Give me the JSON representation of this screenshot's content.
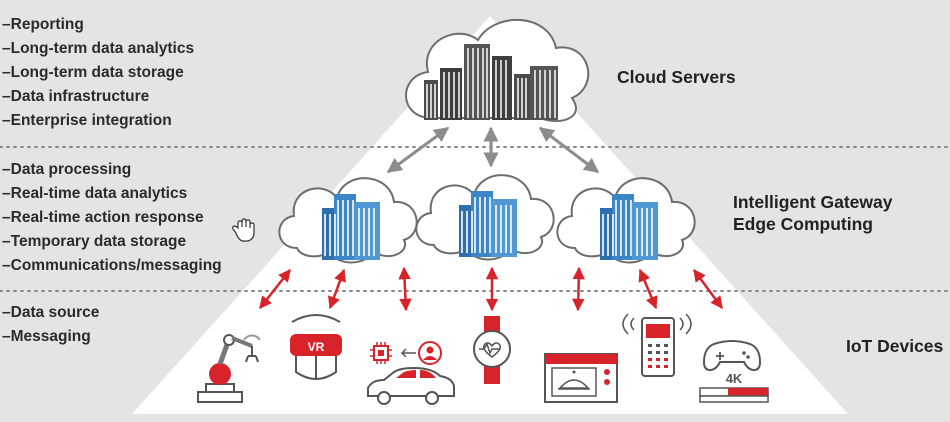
{
  "tiers": {
    "cloud": {
      "title": "Cloud Servers",
      "functions": [
        "Reporting",
        "Long-term data analytics",
        "Long-term data storage",
        "Data infrastructure",
        "Enterprise integration"
      ]
    },
    "edge": {
      "title_lines": [
        "Intelligent Gateway",
        "Edge Computing"
      ],
      "functions": [
        "Data processing",
        "Real-time data analytics",
        "Real-time action response",
        "Temporary data storage",
        "Communications/messaging"
      ]
    },
    "iot": {
      "title": "IoT Devices",
      "functions": [
        "Data source",
        "Messaging"
      ]
    }
  },
  "device_labels": {
    "vr": "VR",
    "console": "4K"
  },
  "icons": [
    "cloud-server-icon",
    "edge-cloud-icon",
    "robot-arm-icon",
    "vr-headset-icon",
    "chip-icon",
    "person-icon",
    "car-icon",
    "smartwatch-icon",
    "microwave-icon",
    "phone-icon",
    "game-controller-icon",
    "hand-cursor-icon"
  ],
  "colors": {
    "background": "#e3e4e5",
    "pyramid": "#ffffff",
    "accent_red": "#d8232a",
    "building_blue": "#3b86c6",
    "server_gray": "#4b4b4b",
    "connector_gray": "#8c8c8c"
  }
}
